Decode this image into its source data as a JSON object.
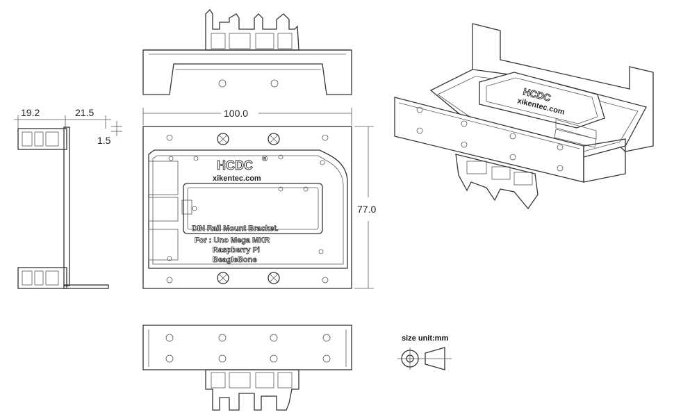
{
  "dimensions": {
    "side_left": "19.2",
    "side_mid": "21.5",
    "side_small": "1.5",
    "width": "100.0",
    "height": "77.0"
  },
  "labels": {
    "brand": "HCDC",
    "website": "xikentec.com",
    "product_line1": "DIN Rail Mount Bracket.",
    "product_line2": "For : Uno Mega MKR",
    "product_line3": "Raspberry Pi",
    "product_line4": "BeagleBone",
    "iso_brand": "HCDC",
    "iso_website": "xikentec.com",
    "unit_note": "size unit:mm"
  }
}
